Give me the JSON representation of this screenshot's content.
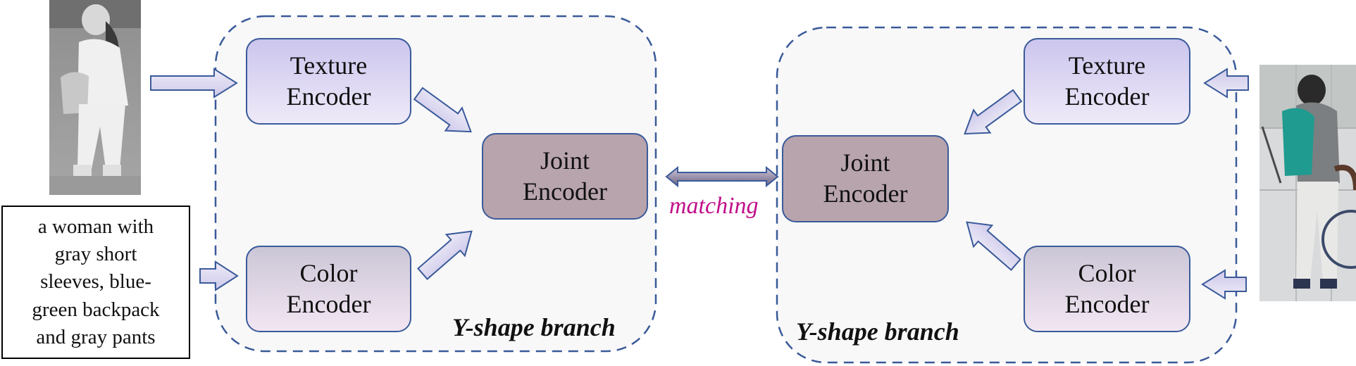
{
  "left_branch": {
    "texture_encoder": [
      "Texture",
      "Encoder"
    ],
    "color_encoder": [
      "Color",
      "Encoder"
    ],
    "joint_encoder": [
      "Joint",
      "Encoder"
    ],
    "branch_label": "Y-shape branch"
  },
  "right_branch": {
    "texture_encoder": [
      "Texture",
      "Encoder"
    ],
    "color_encoder": [
      "Color",
      "Encoder"
    ],
    "joint_encoder": [
      "Joint",
      "Encoder"
    ],
    "branch_label": "Y-shape branch"
  },
  "matching_label": "matching",
  "text_query": [
    "a woman with",
    "gray short",
    "sleeves, blue-",
    "green backpack",
    "and gray pants"
  ],
  "colors": {
    "box_border": "#3a5a99",
    "joint_fill": "#b8a4ad",
    "matching_text": "#c0108a",
    "dashed_border": "#3a5a99",
    "panel_fill": "#f8f8f9",
    "arrow_fill": "#dcd8f0",
    "arrow_stroke": "#3a5a99"
  },
  "icons": [
    "grayscale-person-photo",
    "color-person-photo",
    "block-arrow"
  ]
}
